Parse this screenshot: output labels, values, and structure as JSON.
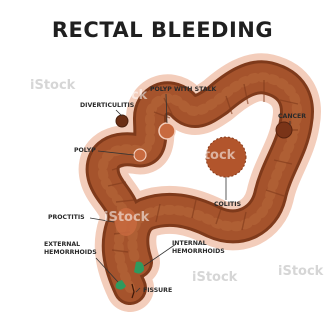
{
  "title": "RECTAL BLEEDING",
  "labels": {
    "diverticulitis": "DIVERTICULITIS",
    "polyp_with_stalk": "POLYP WITH STALK",
    "cancer": "CANCER",
    "polyp": "POLYP",
    "colitis": "COLITIS",
    "proctitis": "PROCTITIS",
    "external_hemorrhoids": "EXTERNAL\nHEMORRHOIDS",
    "internal_hemorrhoids": "INTERNAL\nHEMORRHOIDS",
    "fissure": "FISSURE"
  },
  "watermark": "iStock",
  "colors": {
    "colon": "#a5532c",
    "colon_dark": "#7f3a1b",
    "halo": "#f3cdbb",
    "lesion": "#c86a3f",
    "hemorrhoid": "#2e9a5e"
  }
}
